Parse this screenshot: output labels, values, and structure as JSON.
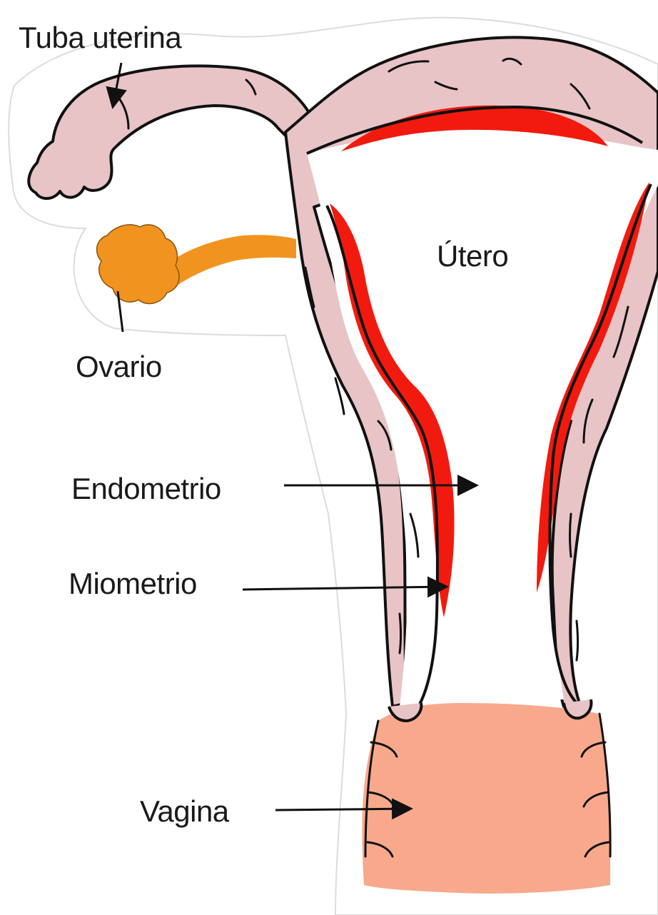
{
  "labels": {
    "tuba": "Tuba uterina",
    "ovario": "Ovario",
    "utero": "Útero",
    "endometrio": "Endometrio",
    "miometrio": "Miometrio",
    "vagina": "Vagina"
  },
  "colors": {
    "background": "#ffffff",
    "halo": "#d9d9d9",
    "myometrium": "#e8c4c6",
    "endometrium": "#f21a0e",
    "ovary": "#f0941f",
    "vagina": "#f8a98c",
    "outline": "#111111",
    "text": "#1a1a1a"
  }
}
